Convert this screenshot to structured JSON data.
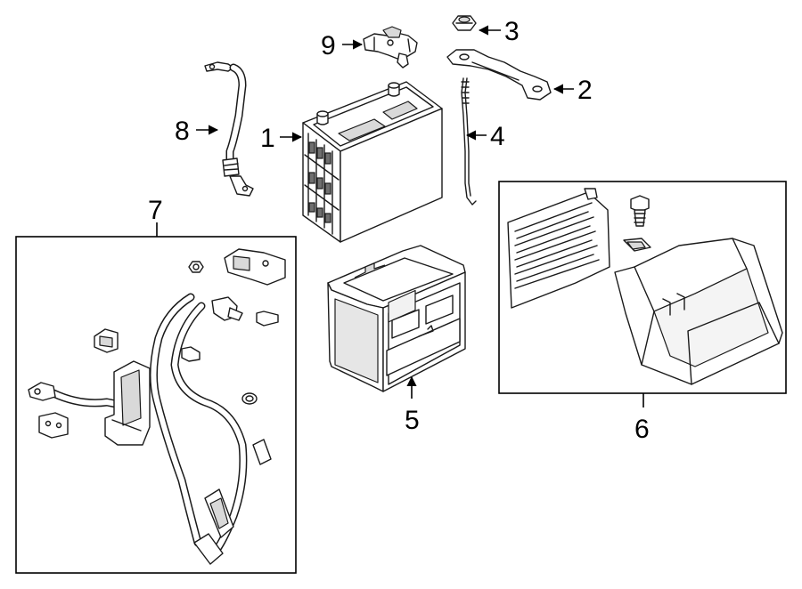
{
  "callouts": {
    "c1": "1",
    "c2": "2",
    "c3": "3",
    "c4": "4",
    "c5": "5",
    "c6": "6",
    "c7": "7",
    "c8": "8",
    "c9": "9"
  },
  "icons": {
    "battery": "battery-icon",
    "hold_down_bracket": "bracket-icon",
    "nut": "nut-icon",
    "hold_down_rod": "rod-icon",
    "battery_tray": "tray-icon",
    "battery_box": "box-icon",
    "cable_harness": "cable-harness-icon",
    "ground_cable": "ground-cable-icon",
    "sensor": "sensor-icon"
  }
}
